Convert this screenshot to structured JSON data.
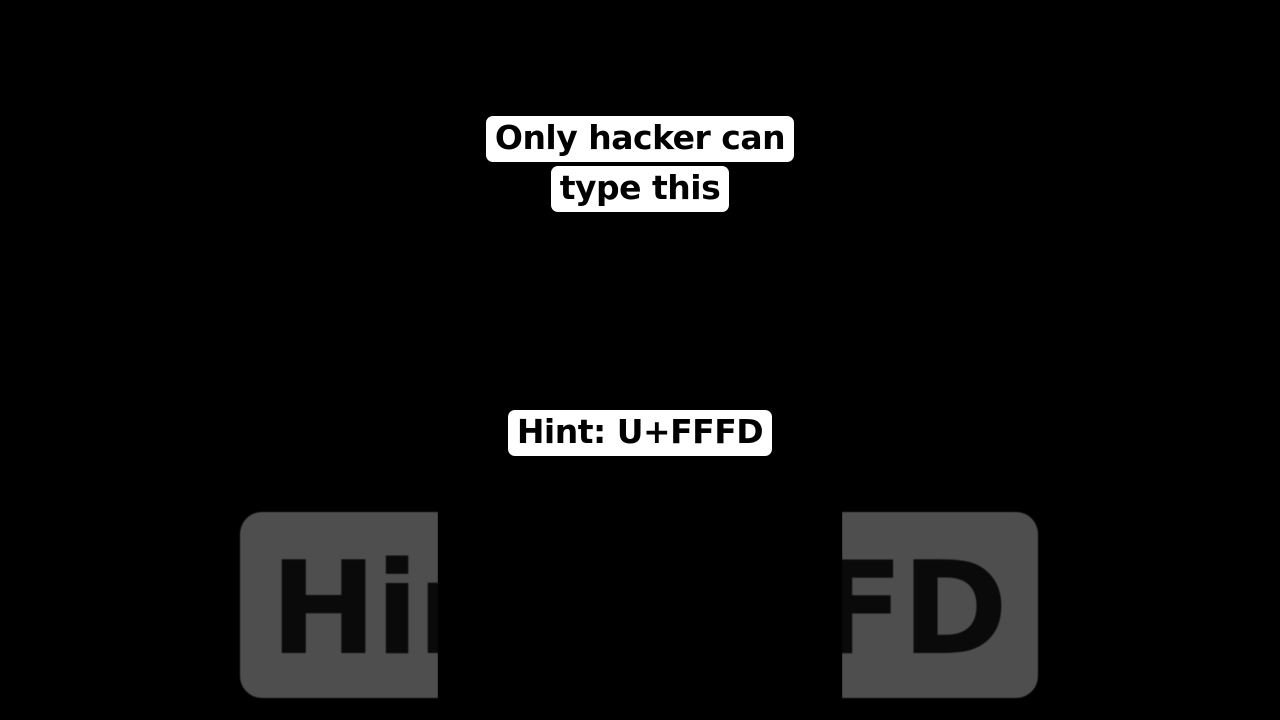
{
  "caption": {
    "title_line_1": "Only hacker can",
    "title_line_2": "type this",
    "hint": "Hint: U+FFFD"
  },
  "background": {
    "left_fragment": "Hin",
    "right_fragment": "FFD"
  },
  "colors": {
    "page_background": "#000000",
    "caption_background": "#ffffff",
    "caption_text": "#000000",
    "blurred_panel": "#4e4e4e"
  }
}
